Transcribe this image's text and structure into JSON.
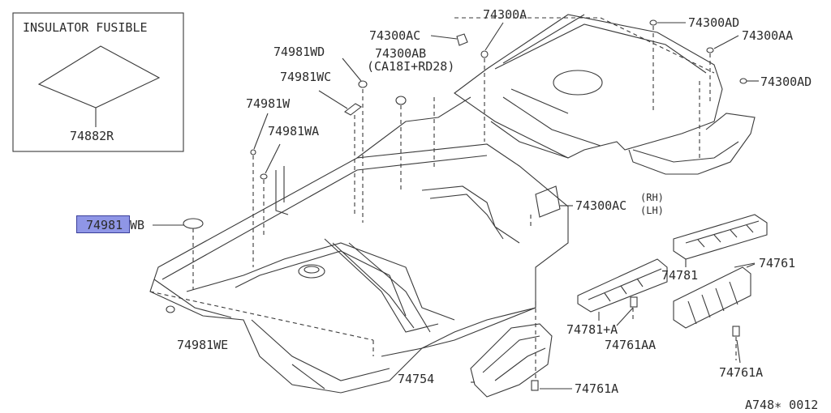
{
  "inset": {
    "title": "INSULATOR FUSIBLE",
    "part": "74882R"
  },
  "highlight": {
    "color": "#8f96e6",
    "part": "74981WB"
  },
  "labels": {
    "p74300AC_top": "74300AC",
    "p74300A": "74300A",
    "p74300AD_top": "74300AD",
    "p74300AA": "74300AA",
    "p74300AD_right": "74300AD",
    "p74981WD": "74981WD",
    "p74300AB": "74300AB",
    "p74300AB_note": "(CA18I+RD28)",
    "p74981WC": "74981WC",
    "p74981W": "74981W",
    "p74981WA": "74981WA",
    "p74300AC_side": "74300AC",
    "rh": "(RH)",
    "lh": "(LH)",
    "p74981WB_prefix": "74981",
    "p74981WB_suffix": "WB",
    "p74781": "74781",
    "p74761": "74761",
    "p74781A": "74781+A",
    "p74761AA": "74761AA",
    "p74981WE": "74981WE",
    "p74754": "74754",
    "p74761A_center": "74761A",
    "p74761A_right": "74761A",
    "diagram_code": "A748∗ 0012"
  }
}
